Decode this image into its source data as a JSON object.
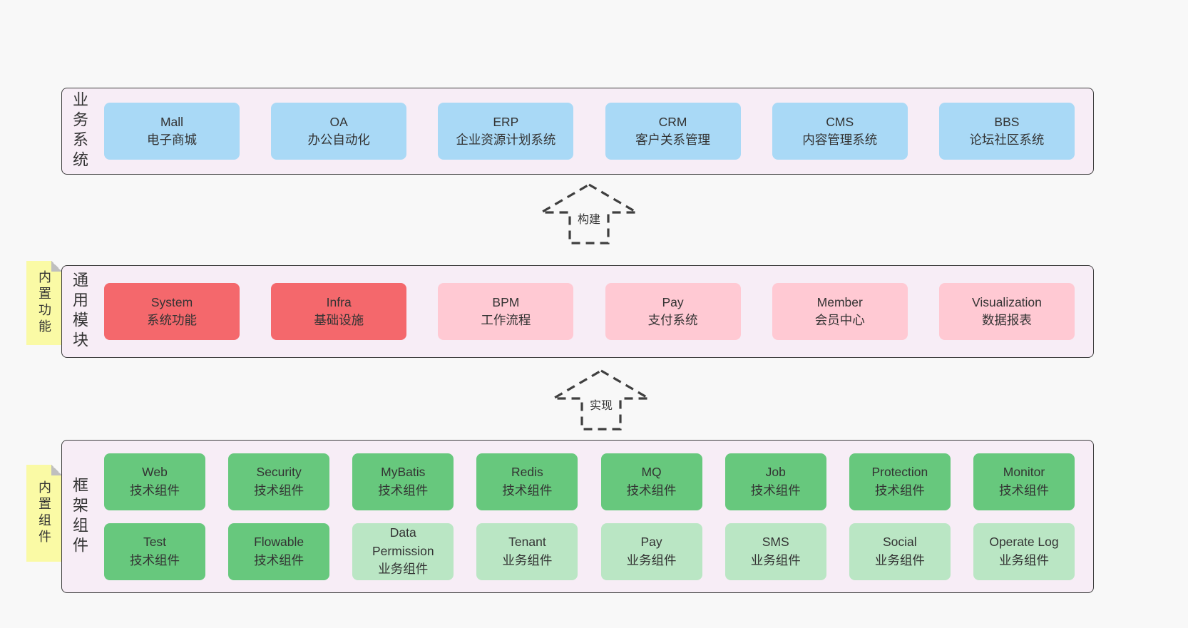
{
  "colors": {
    "page_bg": "#f8f8f8",
    "band_bg": "#f7edf6",
    "band_border": "#3d3d3d",
    "blue_box": "#a9d9f6",
    "red_box": "#f4686c",
    "pink_box": "#ffc9d3",
    "green_box": "#67c87d",
    "light_green_box": "#bae6c4",
    "sticky_yellow": "#fafaa5",
    "text": "#333333"
  },
  "arrows": [
    {
      "label": "构建"
    },
    {
      "label": "实现"
    }
  ],
  "bands": [
    {
      "label": "业务系统",
      "sticky": null,
      "rows": [
        [
          {
            "en": "Mall",
            "zh": "电子商城",
            "type": "blue"
          },
          {
            "en": "OA",
            "zh": "办公自动化",
            "type": "blue"
          },
          {
            "en": "ERP",
            "zh": "企业资源计划系统",
            "type": "blue"
          },
          {
            "en": "CRM",
            "zh": "客户关系管理",
            "type": "blue"
          },
          {
            "en": "CMS",
            "zh": "内容管理系统",
            "type": "blue"
          },
          {
            "en": "BBS",
            "zh": "论坛社区系统",
            "type": "blue"
          }
        ]
      ]
    },
    {
      "label": "通用模块",
      "sticky": "内置功能",
      "rows": [
        [
          {
            "en": "System",
            "zh": "系统功能",
            "type": "red"
          },
          {
            "en": "Infra",
            "zh": "基础设施",
            "type": "red"
          },
          {
            "en": "BPM",
            "zh": "工作流程",
            "type": "pink"
          },
          {
            "en": "Pay",
            "zh": "支付系统",
            "type": "pink"
          },
          {
            "en": "Member",
            "zh": "会员中心",
            "type": "pink"
          },
          {
            "en": "Visualization",
            "zh": "数据报表",
            "type": "pink"
          }
        ]
      ]
    },
    {
      "label": "框架组件",
      "sticky": "内置组件",
      "rows": [
        [
          {
            "en": "Web",
            "zh": "技术组件",
            "type": "green"
          },
          {
            "en": "Security",
            "zh": "技术组件",
            "type": "green"
          },
          {
            "en": "MyBatis",
            "zh": "技术组件",
            "type": "green"
          },
          {
            "en": "Redis",
            "zh": "技术组件",
            "type": "green"
          },
          {
            "en": "MQ",
            "zh": "技术组件",
            "type": "green"
          },
          {
            "en": "Job",
            "zh": "技术组件",
            "type": "green"
          },
          {
            "en": "Protection",
            "zh": "技术组件",
            "type": "green"
          },
          {
            "en": "Monitor",
            "zh": "技术组件",
            "type": "green"
          }
        ],
        [
          {
            "en": "Test",
            "zh": "技术组件",
            "type": "green"
          },
          {
            "en": "Flowable",
            "zh": "技术组件",
            "type": "green"
          },
          {
            "en": "Data Permission",
            "zh": "业务组件",
            "type": "lightgreen"
          },
          {
            "en": "Tenant",
            "zh": "业务组件",
            "type": "lightgreen"
          },
          {
            "en": "Pay",
            "zh": "业务组件",
            "type": "lightgreen"
          },
          {
            "en": "SMS",
            "zh": "业务组件",
            "type": "lightgreen"
          },
          {
            "en": "Social",
            "zh": "业务组件",
            "type": "lightgreen"
          },
          {
            "en": "Operate Log",
            "zh": "业务组件",
            "type": "lightgreen"
          }
        ]
      ]
    }
  ]
}
